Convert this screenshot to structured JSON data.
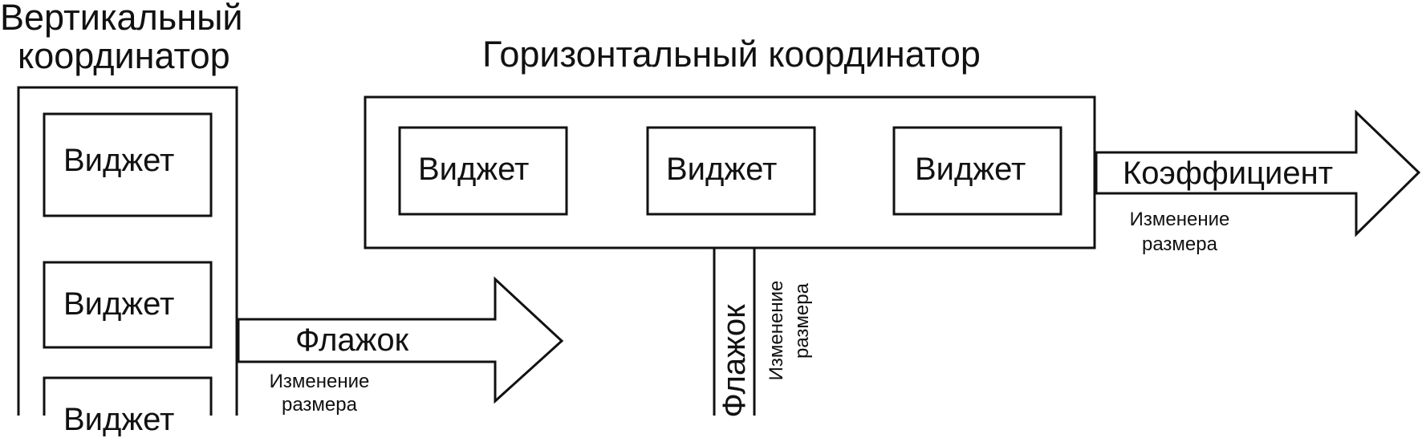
{
  "vertical": {
    "title_line1": "Вертикальный",
    "title_line2": "координатор",
    "widgets": [
      "Виджет",
      "Виджет",
      "Виджет"
    ]
  },
  "horizontal": {
    "title": "Горизонтальный координатор",
    "widgets": [
      "Виджет",
      "Виджет",
      "Виджет"
    ]
  },
  "arrows": {
    "vertical_flag": "Флажок",
    "vertical_resize_line1": "Изменение",
    "vertical_resize_line2": "размера",
    "horizontal_coef": "Коэффициент",
    "horizontal_resize_line1": "Изменение",
    "horizontal_resize_line2": "размера",
    "down_flag": "Флажок",
    "down_resize_line1": "Изменение",
    "down_resize_line2": "размера"
  }
}
